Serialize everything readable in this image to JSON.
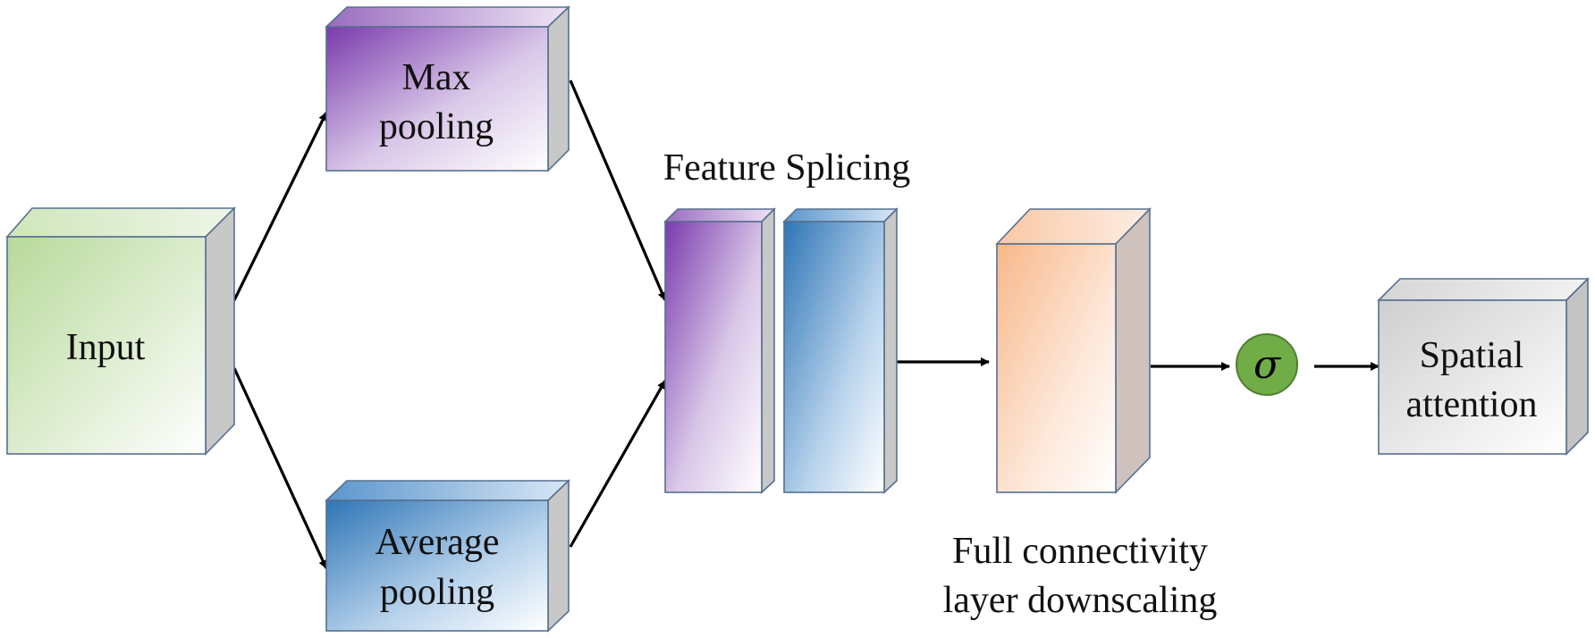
{
  "nodes": {
    "input": {
      "label": "Input",
      "color": "#a9d08e"
    },
    "max_pooling": {
      "line1": "Max",
      "line2": "pooling",
      "color": "#7030a0"
    },
    "average_pooling": {
      "line1": "Average",
      "line2": "pooling",
      "color": "#2e75b6"
    },
    "feature_splicing": {
      "label": "Feature Splicing",
      "colors": [
        "#7030a0",
        "#2e75b6"
      ]
    },
    "full_connectivity": {
      "line1": "Full connectivity",
      "line2": "layer downscaling",
      "color": "#f4b183"
    },
    "sigmoid": {
      "label": "σ",
      "color": "#70ad47"
    },
    "spatial_attention": {
      "line1": "Spatial",
      "line2": "attention",
      "color": "#bfbfbf"
    }
  },
  "edges": [
    {
      "from": "input",
      "to": "max_pooling"
    },
    {
      "from": "input",
      "to": "average_pooling"
    },
    {
      "from": "max_pooling",
      "to": "feature_splicing"
    },
    {
      "from": "average_pooling",
      "to": "feature_splicing"
    },
    {
      "from": "feature_splicing",
      "to": "full_connectivity"
    },
    {
      "from": "full_connectivity",
      "to": "sigmoid"
    },
    {
      "from": "sigmoid",
      "to": "spatial_attention"
    }
  ]
}
